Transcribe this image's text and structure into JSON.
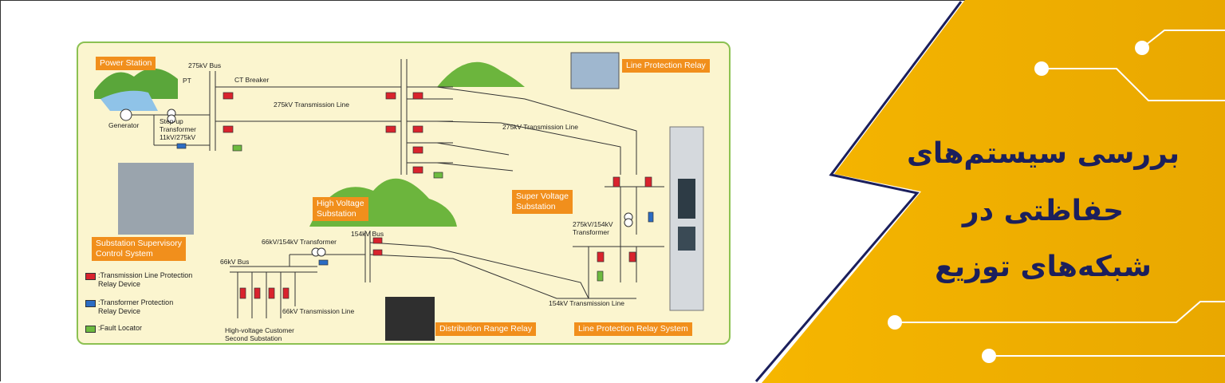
{
  "diagram": {
    "tags": {
      "power_station": "Power Station",
      "line_protection_relay": "Line Protection Relay",
      "high_voltage_substation": "High Voltage\nSubstation",
      "super_voltage_substation": "Super Voltage\nSubstation",
      "supervisory_control": "Substation Supervisory\nControl System",
      "distribution_range_relay": "Distribution Range Relay",
      "line_protection_relay_system": "Line Protection Relay System"
    },
    "labels": {
      "bus_275": "275kV Bus",
      "pt": "PT",
      "ct_breaker": "CT Breaker",
      "line_275_a": "275kV Transmission Line",
      "line_275_b": "275kV Transmission Line",
      "generator": "Generator",
      "stepup": "Step-up\nTransformer\n11kV/275kV",
      "tr_275_154": "275kV/154kV\nTransformer",
      "tr_66_154": "66kV/154kV Transformer",
      "bus_154": "154kV Bus",
      "bus_66": "66kV Bus",
      "line_154": "154kV Transmission Line",
      "line_66": "66kV Transmission Line",
      "customer": "High-voltage Customer\nSecond Substation"
    },
    "legend": [
      {
        "color": "#d9232d",
        "text": ":Transmission Line Protection\nRelay Device"
      },
      {
        "color": "#2b6cc4",
        "text": ":Transformer Protection\nRelay Device"
      },
      {
        "color": "#6dbb3f",
        "text": ":Fault Locator"
      }
    ]
  },
  "banner": {
    "title_lines": [
      "بررسی سیستم‌های",
      "حفاظتی در",
      "شبکه‌های توزیع"
    ],
    "colors": {
      "yellow": "#f6b600",
      "navy": "#1b1f5c"
    }
  }
}
